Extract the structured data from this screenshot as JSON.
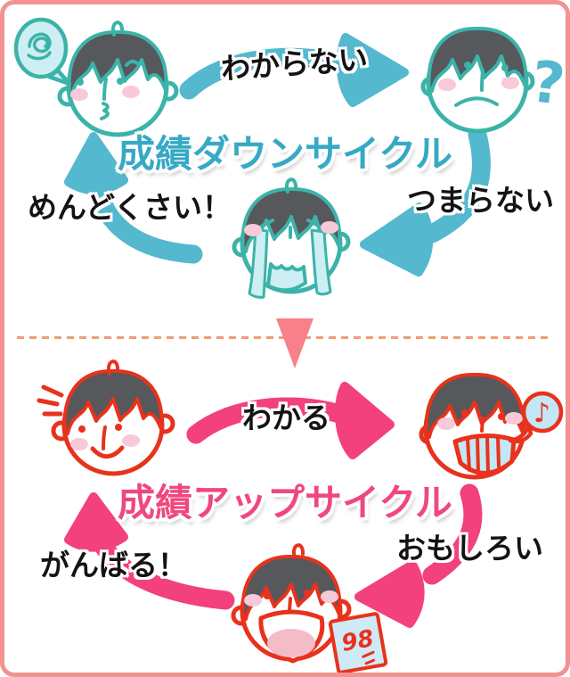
{
  "colors": {
    "border": "#f29392",
    "teal_arrow": "#54b8ce",
    "teal_title": "#36a9c5",
    "teal_face": "#3cb3a9",
    "cyan_light": "#cdeef3",
    "pink_arrow": "#f2417c",
    "pink_title": "#f0487e",
    "red_face": "#e8321c",
    "hair": "#57585c",
    "cheek": "#f8c9d8",
    "mouth_blue": "#c3e7f5",
    "tongue_pink": "#f4bcc8",
    "paper_blue": "#cfeaf7",
    "label_text": "#131313",
    "divider": "#ef9d72",
    "triangle": "#f8808a"
  },
  "down_cycle": {
    "title": "成績ダウンサイクル",
    "top_label": "わからない",
    "right_label": "つまらない",
    "left_label": "めんどくさい！",
    "question_mark": "?"
  },
  "up_cycle": {
    "title": "成績アップサイクル",
    "top_label": "わかる",
    "right_label": "おもしろい",
    "left_label": "がんばる！",
    "music_note": "♪",
    "test_score": "98"
  }
}
